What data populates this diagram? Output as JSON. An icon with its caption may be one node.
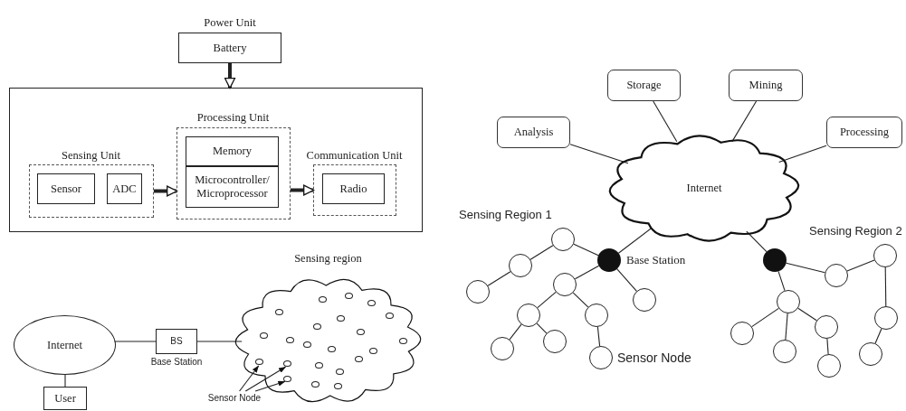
{
  "diagram": {
    "nodes": [
      {
        "text": [
          "Power Unit",
          "Battery"
        ]
      },
      {
        "text": [],
        "shape": "box"
      },
      {
        "text": [
          "Sensing Unit"
        ],
        "in": 1
      },
      {
        "text": [
          "Sensor"
        ],
        "in": 2
      },
      {
        "text": [
          "ADC"
        ],
        "in": 2
      },
      {
        "text": [
          "Processing Unit"
        ],
        "in": 1
      },
      {
        "text": [
          "Memory"
        ],
        "in": 5
      },
      {
        "text": [
          "Microcontroller/ Microprocessor"
        ],
        "in": 5
      },
      {
        "text": [
          "Communication Unit"
        ],
        "in": 1
      },
      {
        "text": [
          "Radio"
        ],
        "in": 8
      },
      {
        "text": [
          "Internet"
        ]
      },
      {
        "text": [
          "BS"
        ],
        "beside": [
          "Base Station"
        ]
      },
      {
        "text": [
          "User"
        ]
      },
      {
        "text": [
          "Sensing region"
        ]
      },
      {
        "text": [],
        "shape": "circle",
        "in": 13
      },
      {
        "text": [],
        "shape": "circle",
        "in": 13
      },
      {
        "text": [],
        "shape": "circle",
        "in": 13
      },
      {
        "text": [],
        "shape": "circle",
        "in": 13
      },
      {
        "text": [],
        "shape": "circle",
        "in": 13
      },
      {
        "text": [],
        "shape": "circle",
        "in": 13
      },
      {
        "text": [],
        "shape": "circle",
        "in": 13
      },
      {
        "text": [],
        "shape": "circle",
        "in": 13
      },
      {
        "text": [],
        "shape": "circle",
        "in": 13
      },
      {
        "text": [],
        "shape": "circle",
        "in": 13
      },
      {
        "text": [],
        "shape": "circle",
        "in": 13
      },
      {
        "text": [],
        "shape": "circle",
        "in": 13
      },
      {
        "text": [],
        "shape": "circle",
        "in": 13
      },
      {
        "text": [],
        "shape": "circle",
        "in": 13
      },
      {
        "text": [],
        "shape": "circle",
        "in": 13
      },
      {
        "text": [],
        "shape": "circle",
        "in": 13
      },
      {
        "text": [],
        "shape": "circle",
        "in": 13
      },
      {
        "text": [],
        "shape": "circle",
        "in": 13
      },
      {
        "text": [],
        "shape": "circle",
        "in": 13
      },
      {
        "text": [],
        "shape": "circle",
        "in": 13
      },
      {
        "text": [],
        "shape": "circle",
        "in": 13
      },
      {
        "text": [],
        "shape": "circle",
        "in": 13
      },
      {
        "text": [
          "Sensor Node"
        ]
      },
      {
        "text": [
          "Storage"
        ]
      },
      {
        "text": [
          "Mining"
        ]
      },
      {
        "text": [
          "Analysis"
        ]
      },
      {
        "text": [
          "Processing"
        ]
      },
      {
        "text": [
          "Internet"
        ]
      },
      {
        "text": [],
        "shape": "dot",
        "beside": [
          "Base Station"
        ]
      },
      {
        "text": [],
        "shape": "circle"
      },
      {
        "text": [],
        "shape": "circle"
      },
      {
        "text": [],
        "shape": "circle"
      },
      {
        "text": [],
        "shape": "circle"
      },
      {
        "text": [],
        "shape": "circle"
      },
      {
        "text": [],
        "shape": "circle"
      },
      {
        "text": [],
        "shape": "circle"
      },
      {
        "text": [],
        "shape": "circle"
      },
      {
        "text": [],
        "shape": "circle"
      },
      {
        "text": [],
        "shape": "circle",
        "beside": [
          "Sensor Node"
        ]
      },
      {
        "text": [],
        "shape": "dot"
      },
      {
        "text": [],
        "shape": "circle"
      },
      {
        "text": [],
        "shape": "circle"
      },
      {
        "text": [],
        "shape": "circle"
      },
      {
        "text": [],
        "shape": "circle"
      },
      {
        "text": [],
        "shape": "circle"
      },
      {
        "text": [],
        "shape": "circle"
      },
      {
        "text": [],
        "shape": "circle"
      },
      {
        "text": [],
        "shape": "circle"
      },
      {
        "text": [],
        "shape": "circle"
      }
    ],
    "edges": [
      {
        "from": 0,
        "to": 1,
        "arrow": "to",
        "style": "thick"
      },
      {
        "from": 2,
        "to": 5,
        "arrow": "to",
        "style": "thick"
      },
      {
        "from": 5,
        "to": 8,
        "arrow": "to",
        "style": "thick"
      },
      {
        "from": 10,
        "to": 11,
        "arrow": "none"
      },
      {
        "from": 11,
        "to": 13,
        "arrow": "none"
      },
      {
        "from": 10,
        "to": 12,
        "arrow": "none"
      },
      {
        "from": 36,
        "to": 29,
        "arrow": "to"
      },
      {
        "from": 36,
        "to": 30,
        "arrow": "to"
      },
      {
        "from": 36,
        "to": 33,
        "arrow": "to"
      },
      {
        "from": 39,
        "to": 41,
        "arrow": "none"
      },
      {
        "from": 37,
        "to": 41,
        "arrow": "none"
      },
      {
        "from": 38,
        "to": 41,
        "arrow": "none"
      },
      {
        "from": 40,
        "to": 41,
        "arrow": "none"
      },
      {
        "from": 41,
        "to": 42,
        "arrow": "none"
      },
      {
        "from": 42,
        "to": 43,
        "arrow": "none"
      },
      {
        "from": 43,
        "to": 44,
        "arrow": "none"
      },
      {
        "from": 44,
        "to": 45,
        "arrow": "none"
      },
      {
        "from": 42,
        "to": 46,
        "arrow": "none"
      },
      {
        "from": 42,
        "to": 47,
        "arrow": "none"
      },
      {
        "from": 46,
        "to": 48,
        "arrow": "none"
      },
      {
        "from": 46,
        "to": 49,
        "arrow": "none"
      },
      {
        "from": 48,
        "to": 50,
        "arrow": "none"
      },
      {
        "from": 48,
        "to": 51,
        "arrow": "none"
      },
      {
        "from": 49,
        "to": 52,
        "arrow": "none"
      },
      {
        "from": 41,
        "to": 53,
        "arrow": "none"
      },
      {
        "from": 53,
        "to": 54,
        "arrow": "none"
      },
      {
        "from": 54,
        "to": 55,
        "arrow": "none"
      },
      {
        "from": 55,
        "to": 61,
        "arrow": "none"
      },
      {
        "from": 61,
        "to": 62,
        "arrow": "none"
      },
      {
        "from": 53,
        "to": 56,
        "arrow": "none"
      },
      {
        "from": 56,
        "to": 57,
        "arrow": "none"
      },
      {
        "from": 56,
        "to": 58,
        "arrow": "none"
      },
      {
        "from": 56,
        "to": 59,
        "arrow": "none"
      },
      {
        "from": 59,
        "to": 60,
        "arrow": "none"
      }
    ],
    "labels": [
      "Sensing Region 1",
      "Sensing Region 2"
    ]
  }
}
